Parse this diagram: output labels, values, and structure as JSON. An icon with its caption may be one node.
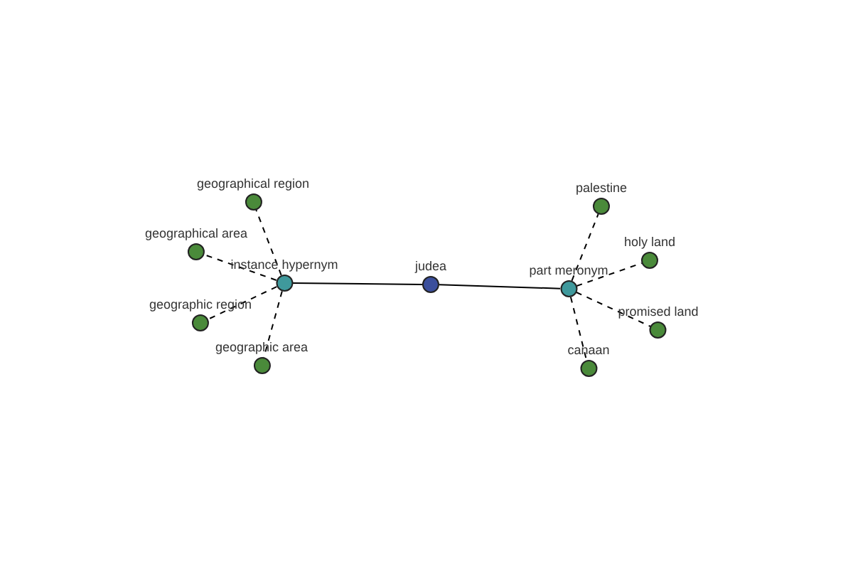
{
  "diagram": {
    "nodes": [
      {
        "text": [
          "judea"
        ]
      },
      {
        "text": [
          "instance hypernym"
        ]
      },
      {
        "text": [
          "part meronym"
        ]
      },
      {
        "text": [
          "geographical region"
        ]
      },
      {
        "text": [
          "geographical area"
        ]
      },
      {
        "text": [
          "geographic region"
        ]
      },
      {
        "text": [
          "geographic area"
        ]
      },
      {
        "text": [
          "palestine"
        ]
      },
      {
        "text": [
          "holy land"
        ]
      },
      {
        "text": [
          "promised land"
        ]
      },
      {
        "text": [
          "canaan"
        ]
      }
    ],
    "edges": [
      {
        "from": 1,
        "to": 0,
        "arrow": "none"
      },
      {
        "from": 0,
        "to": 2,
        "arrow": "none"
      },
      {
        "from": 1,
        "to": 3,
        "arrow": "none",
        "style": "dashed"
      },
      {
        "from": 1,
        "to": 4,
        "arrow": "none",
        "style": "dashed"
      },
      {
        "from": 1,
        "to": 5,
        "arrow": "none",
        "style": "dashed"
      },
      {
        "from": 1,
        "to": 6,
        "arrow": "none",
        "style": "dashed"
      },
      {
        "from": 2,
        "to": 7,
        "arrow": "none",
        "style": "dashed"
      },
      {
        "from": 2,
        "to": 8,
        "arrow": "none",
        "style": "dashed"
      },
      {
        "from": 2,
        "to": 9,
        "arrow": "none",
        "style": "dashed"
      },
      {
        "from": 2,
        "to": 10,
        "arrow": "none",
        "style": "dashed"
      }
    ]
  }
}
